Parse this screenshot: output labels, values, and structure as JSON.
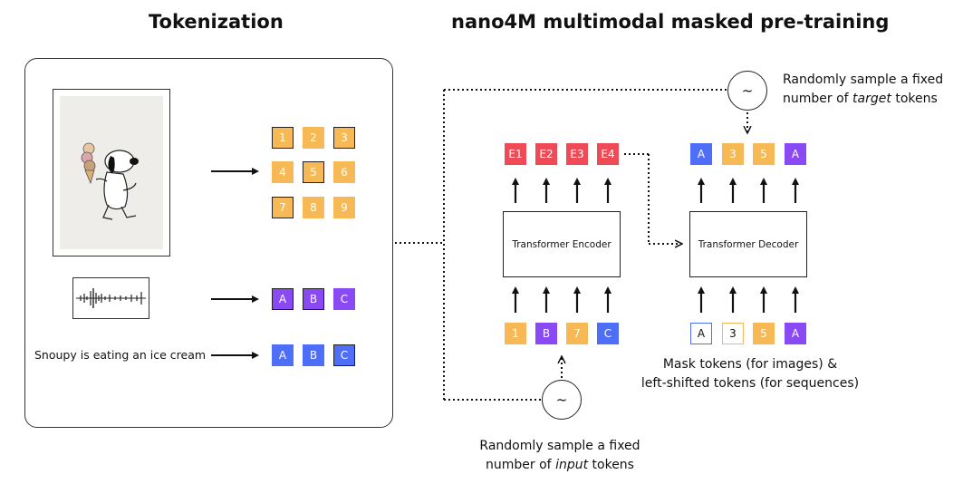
{
  "tokenization": {
    "title": "Tokenization",
    "image_tokens": [
      "1",
      "2",
      "3",
      "4",
      "5",
      "6",
      "7",
      "8",
      "9"
    ],
    "image_tokens_outlined": [
      true,
      false,
      true,
      false,
      true,
      false,
      true,
      false,
      false
    ],
    "audio_tokens": [
      "A",
      "B",
      "C"
    ],
    "caption": "Snoupy is eating an ice cream",
    "text_tokens": [
      "A",
      "B",
      "C"
    ]
  },
  "pretraining": {
    "title": "nano4M multimodal masked pre-training",
    "encoder_label": "Transformer Encoder",
    "decoder_label": "Transformer Decoder",
    "encoder_outputs": [
      "E1",
      "E2",
      "E3",
      "E4"
    ],
    "encoder_inputs": [
      "1",
      "B",
      "7",
      "C"
    ],
    "decoder_targets": [
      "A",
      "3",
      "5",
      "A"
    ],
    "decoder_inputs": [
      "A",
      "3",
      "5",
      "A"
    ],
    "sampler_symbol": "~",
    "target_note_line1": "Randomly sample a fixed",
    "target_note_line2_pre": "number of ",
    "target_note_line2_em": "target",
    "target_note_line2_post": " tokens",
    "input_note_line1": "Randomly sample a fixed",
    "input_note_line2_pre": "number of ",
    "input_note_line2_em": "input",
    "input_note_line2_post": " tokens",
    "mask_note_line1": "Mask tokens (for images) &",
    "mask_note_line2": "left-shifted tokens (for sequences)"
  },
  "colors": {
    "image_token": "#f7b955",
    "audio_token": "#8a4af3",
    "text_token": "#4f6ef7",
    "encoder_output": "#ef4b57"
  }
}
